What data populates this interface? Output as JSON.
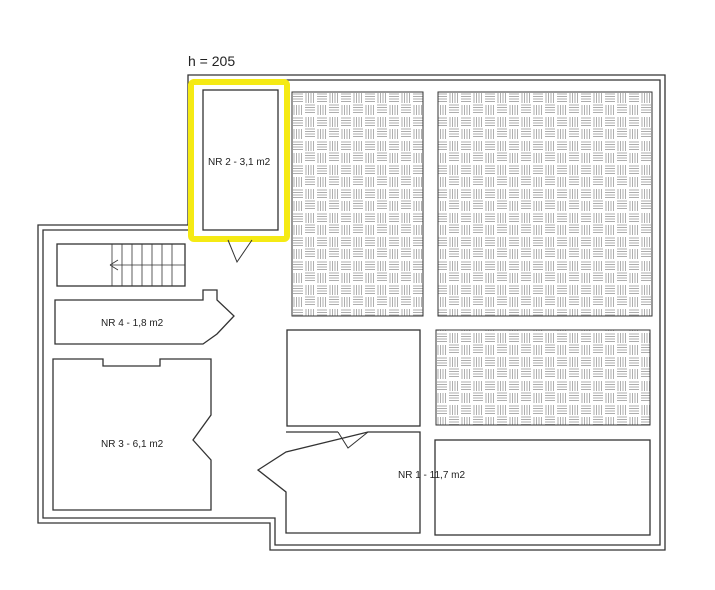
{
  "height_label": "h = 205",
  "rooms": [
    {
      "id": "nr2",
      "label": "NR 2 - 3,1 m2",
      "highlighted": true
    },
    {
      "id": "nr4",
      "label": "NR 4 - 1,8 m2"
    },
    {
      "id": "nr3",
      "label": "NR 3 - 6,1 m2"
    },
    {
      "id": "nr1",
      "label": "NR 1 - 11,7 m2"
    }
  ],
  "colors": {
    "highlight": "#f5ea14",
    "line": "#333333",
    "hatch": "#777777",
    "background": "#ffffff"
  }
}
